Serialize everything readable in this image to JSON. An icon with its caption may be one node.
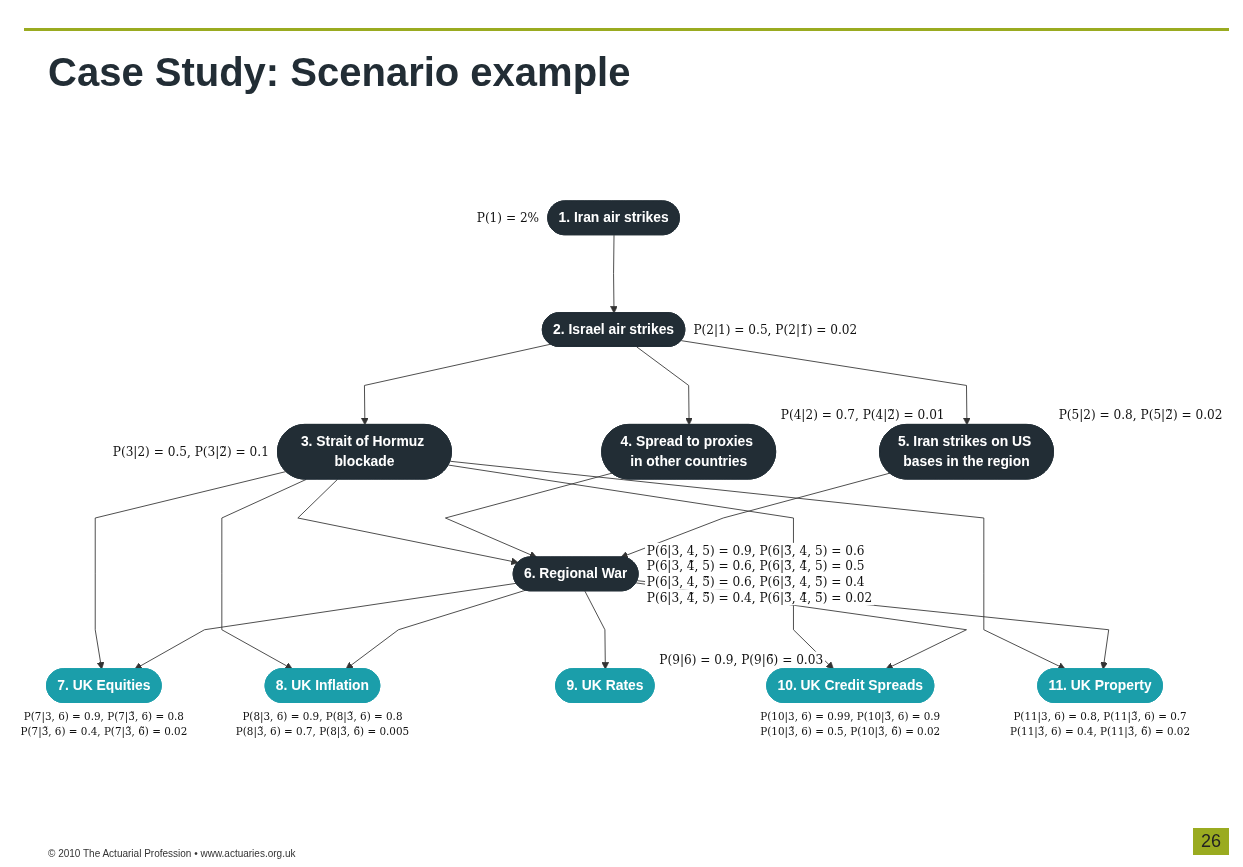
{
  "diagram": {
    "title": "Case Study: Scenario example",
    "nodes": [
      {
        "text": [
          "1. Iran air strikes"
        ],
        "beside": [
          "P(1) = 2%"
        ]
      },
      {
        "text": [
          "2. Israel air strikes"
        ],
        "beside": [
          "P(2|1) = 0.5, P(2|1̃) = 0.02"
        ]
      },
      {
        "text": [
          "3. Strait of Hormuz blockade"
        ],
        "beside": [
          "P(3|2) = 0.5, P(3|2̃) = 0.1"
        ]
      },
      {
        "text": [
          "4. Spread to proxies in other countries"
        ],
        "beside": [
          "P(4|2) = 0.7, P(4|2̃) = 0.01"
        ]
      },
      {
        "text": [
          "5. Iran strikes on US bases in the region"
        ],
        "beside": [
          "P(5|2) = 0.8, P(5|2̃) = 0.02"
        ]
      },
      {
        "text": [
          "6. Regional War"
        ],
        "beside": [
          "P(6|3, 4, 5) = 0.9, P(6|3̃, 4, 5) = 0.6",
          "P(6|3, 4̃, 5) = 0.6, P(6|3̃, 4̃, 5) = 0.5",
          "P(6|3, 4, 5̃) = 0.6, P(6|3̃, 4, 5̃) = 0.4",
          "P(6|3, 4̃, 5̃) = 0.4, P(6|3̃, 4̃, 5̃) = 0.02"
        ]
      },
      {
        "text": [
          "7. UK Equities"
        ],
        "beside": [
          "P(7|3, 6) = 0.9, P(7|3̃, 6) = 0.8",
          "P(7|3̃, 6) = 0.4, P(7|3̃, 6̃) = 0.02"
        ]
      },
      {
        "text": [
          "8. UK Inflation"
        ],
        "beside": [
          "P(8|3, 6) = 0.9, P(8|3̃, 6) = 0.8",
          "P(8|3̃, 6) = 0.7, P(8|3̃, 6̃) = 0.005"
        ]
      },
      {
        "text": [
          "9. UK Rates"
        ],
        "beside": [
          "P(9|6) = 0.9, P(9|6̃) = 0.03"
        ]
      },
      {
        "text": [
          "10. UK Credit Spreads"
        ],
        "beside": [
          "P(10|3, 6) = 0.99, P(10|3̃, 6) = 0.9",
          "P(10|3̃, 6) = 0.5, P(10|3̃, 6̃) = 0.02"
        ]
      },
      {
        "text": [
          "11. UK Property"
        ],
        "beside": [
          "P(11|3, 6) = 0.8, P(11|3̃, 6) = 0.7",
          "P(11|3̃, 6) = 0.4, P(11|3̃, 6̃) = 0.02"
        ]
      }
    ],
    "edges": [
      {
        "from": 0,
        "to": 1,
        "arrow": "to"
      },
      {
        "from": 1,
        "to": 2,
        "arrow": "to"
      },
      {
        "from": 1,
        "to": 3,
        "arrow": "to"
      },
      {
        "from": 1,
        "to": 4,
        "arrow": "to"
      },
      {
        "from": 2,
        "to": 5,
        "arrow": "to"
      },
      {
        "from": 3,
        "to": 5,
        "arrow": "to"
      },
      {
        "from": 4,
        "to": 5,
        "arrow": "to"
      },
      {
        "from": 2,
        "to": 6,
        "arrow": "to"
      },
      {
        "from": 2,
        "to": 7,
        "arrow": "to"
      },
      {
        "from": 2,
        "to": 9,
        "arrow": "to"
      },
      {
        "from": 2,
        "to": 10,
        "arrow": "to"
      },
      {
        "from": 5,
        "to": 6,
        "arrow": "to"
      },
      {
        "from": 5,
        "to": 7,
        "arrow": "to"
      },
      {
        "from": 5,
        "to": 8,
        "arrow": "to"
      },
      {
        "from": 5,
        "to": 9,
        "arrow": "to"
      },
      {
        "from": 5,
        "to": 10,
        "arrow": "to"
      }
    ],
    "labels": [
      "© 2010 The Actuarial Profession • www.actuaries.org.uk",
      "26"
    ]
  }
}
